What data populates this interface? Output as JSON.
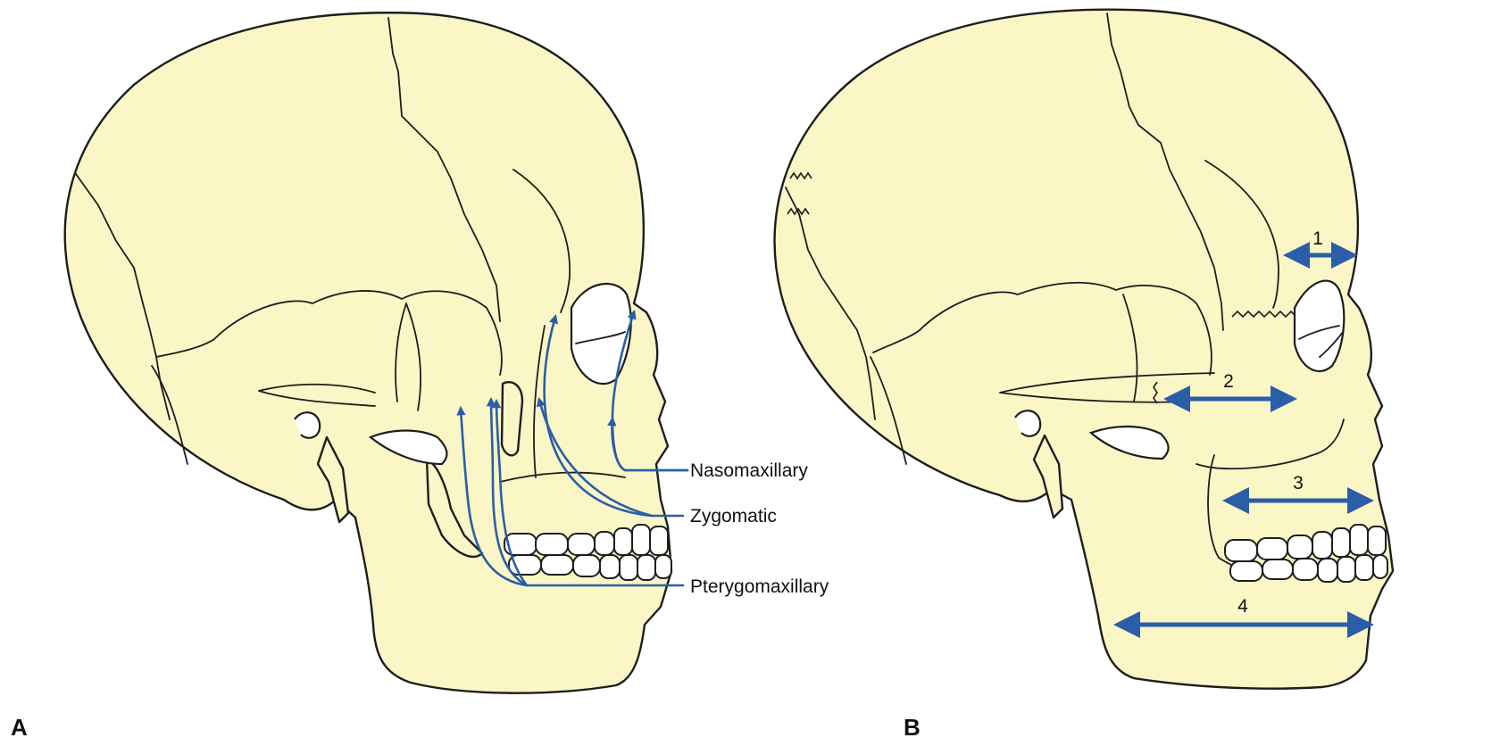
{
  "panel_a": {
    "letter": "A",
    "labels": [
      "Nasomaxillary",
      "Zygomatic",
      "Pterygomaxillary"
    ]
  },
  "panel_b": {
    "letter": "B",
    "measures": [
      "1",
      "2",
      "3",
      "4"
    ]
  },
  "colors": {
    "bone": "#fbf6c6",
    "outline": "#1e1e1e",
    "arrow": "#2a5ea8"
  }
}
